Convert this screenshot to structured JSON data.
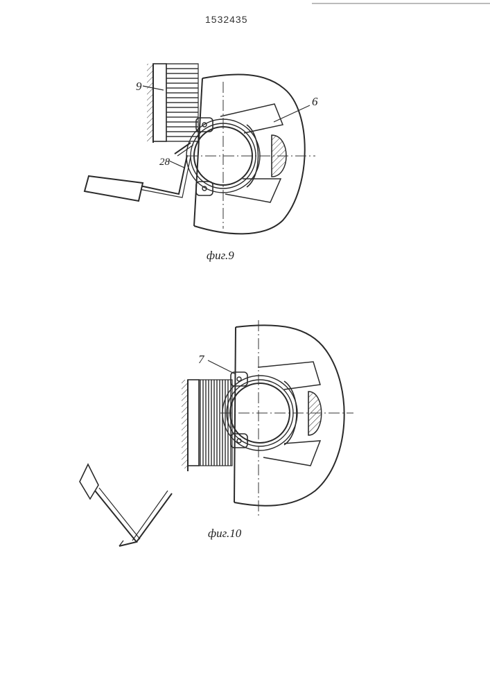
{
  "document_number": "1532435",
  "figures": [
    {
      "caption": "фиг.9",
      "labels": {
        "brush": "9",
        "body": "6",
        "rod": "28"
      }
    },
    {
      "caption": "фиг.10",
      "labels": {
        "latch": "7"
      }
    }
  ]
}
